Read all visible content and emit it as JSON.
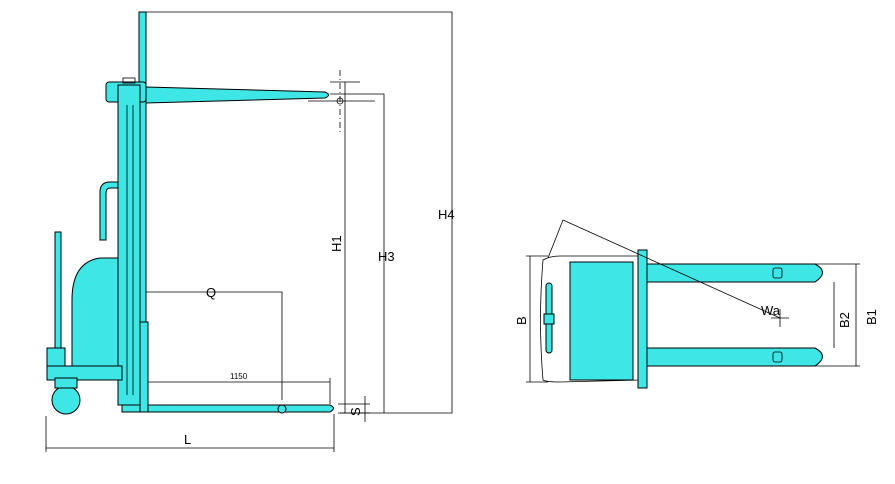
{
  "colors": {
    "accent": "#3ee6e6",
    "line": "#000000",
    "background": "#ffffff"
  },
  "side_view": {
    "label_h4": "H4",
    "label_h1": "H1",
    "label_h3": "H3",
    "label_q": "Q",
    "label_s": "S",
    "label_l": "L",
    "label_1150": "1150"
  },
  "top_view": {
    "label_b": "B",
    "label_b1": "B1",
    "label_b2": "B2",
    "label_wa": "Wa"
  }
}
